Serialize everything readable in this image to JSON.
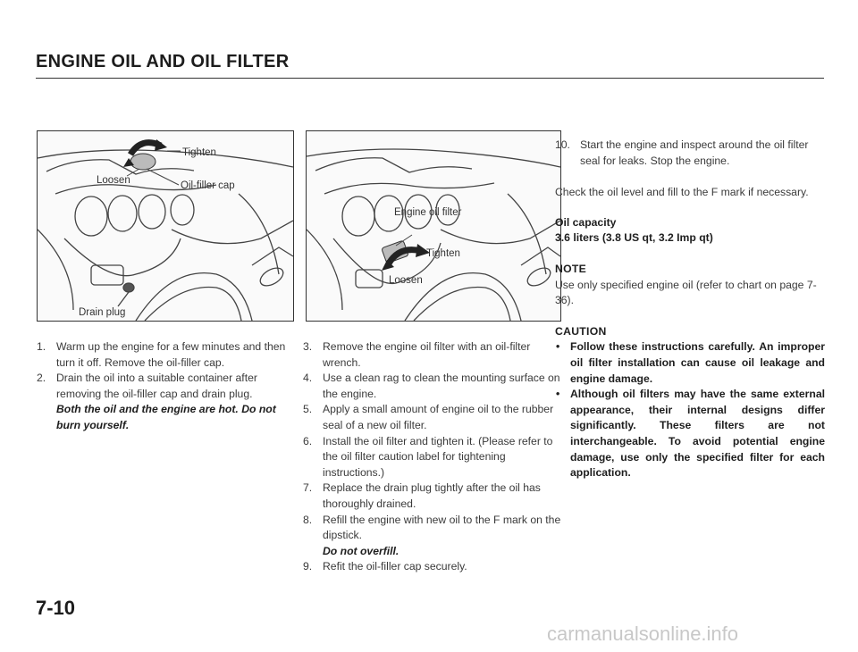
{
  "page": {
    "title": "ENGINE OIL AND OIL FILTER",
    "page_number": "7-10",
    "watermark": "carmanualsonline.info"
  },
  "figure_left": {
    "labels": {
      "tighten": "Tighten",
      "loosen": "Loosen",
      "oil_filler_cap": "Oil-filler cap",
      "drain_plug": "Drain plug"
    }
  },
  "figure_middle": {
    "labels": {
      "engine_oil_filter": "Engine oil filter",
      "tighten": "Tighten",
      "loosen": "Loosen"
    }
  },
  "steps_col1": [
    {
      "num": "1.",
      "text": "Warm up the engine for a few minutes and then turn it off. Remove the oil-filler cap."
    },
    {
      "num": "2.",
      "text": "Drain the oil into a suitable container after removing the oil-filler cap and drain plug.",
      "warning": "Both the oil and the engine are hot. Do not burn yourself."
    }
  ],
  "steps_col2": [
    {
      "num": "3.",
      "text": "Remove the engine oil filter with an oil-filter wrench."
    },
    {
      "num": "4.",
      "text": "Use a clean rag to clean the mounting surface on the engine."
    },
    {
      "num": "5.",
      "text": "Apply a small amount of engine oil to the rubber seal of a new oil filter."
    },
    {
      "num": "6.",
      "text": "Install the oil filter and tighten it. (Please refer to the oil filter caution label for tightening instructions.)"
    },
    {
      "num": "7.",
      "text": "Replace the drain plug tightly after the oil has thoroughly drained."
    },
    {
      "num": "8.",
      "text": "Refill the engine with new oil to the F mark on the dipstick.",
      "warning": "Do not overfill."
    },
    {
      "num": "9.",
      "text": "Refit the oil-filler cap securely."
    }
  ],
  "col3": {
    "step10": {
      "num": "10.",
      "text": "Start the engine and inspect around the oil filter seal for leaks. Stop the engine."
    },
    "check_text": "Check the oil level and fill to the F mark if necessary.",
    "oil_capacity_label": "Oil capacity",
    "oil_capacity_value": "3.6 liters (3.8 US qt, 3.2 Imp qt)",
    "note_heading": "NOTE",
    "note_text": "Use only specified engine oil (refer to chart on page 7-36).",
    "caution_heading": "CAUTION",
    "caution_items": [
      {
        "bullet": "•",
        "text": "Follow these instructions carefully. An improper oil filter installation can cause oil leakage and engine damage."
      },
      {
        "bullet": "•",
        "text": "Although oil filters may have the same external appearance, their internal designs differ significantly. These filters are not interchangeable. To avoid potential engine damage, use only the specified filter for each application."
      }
    ]
  }
}
